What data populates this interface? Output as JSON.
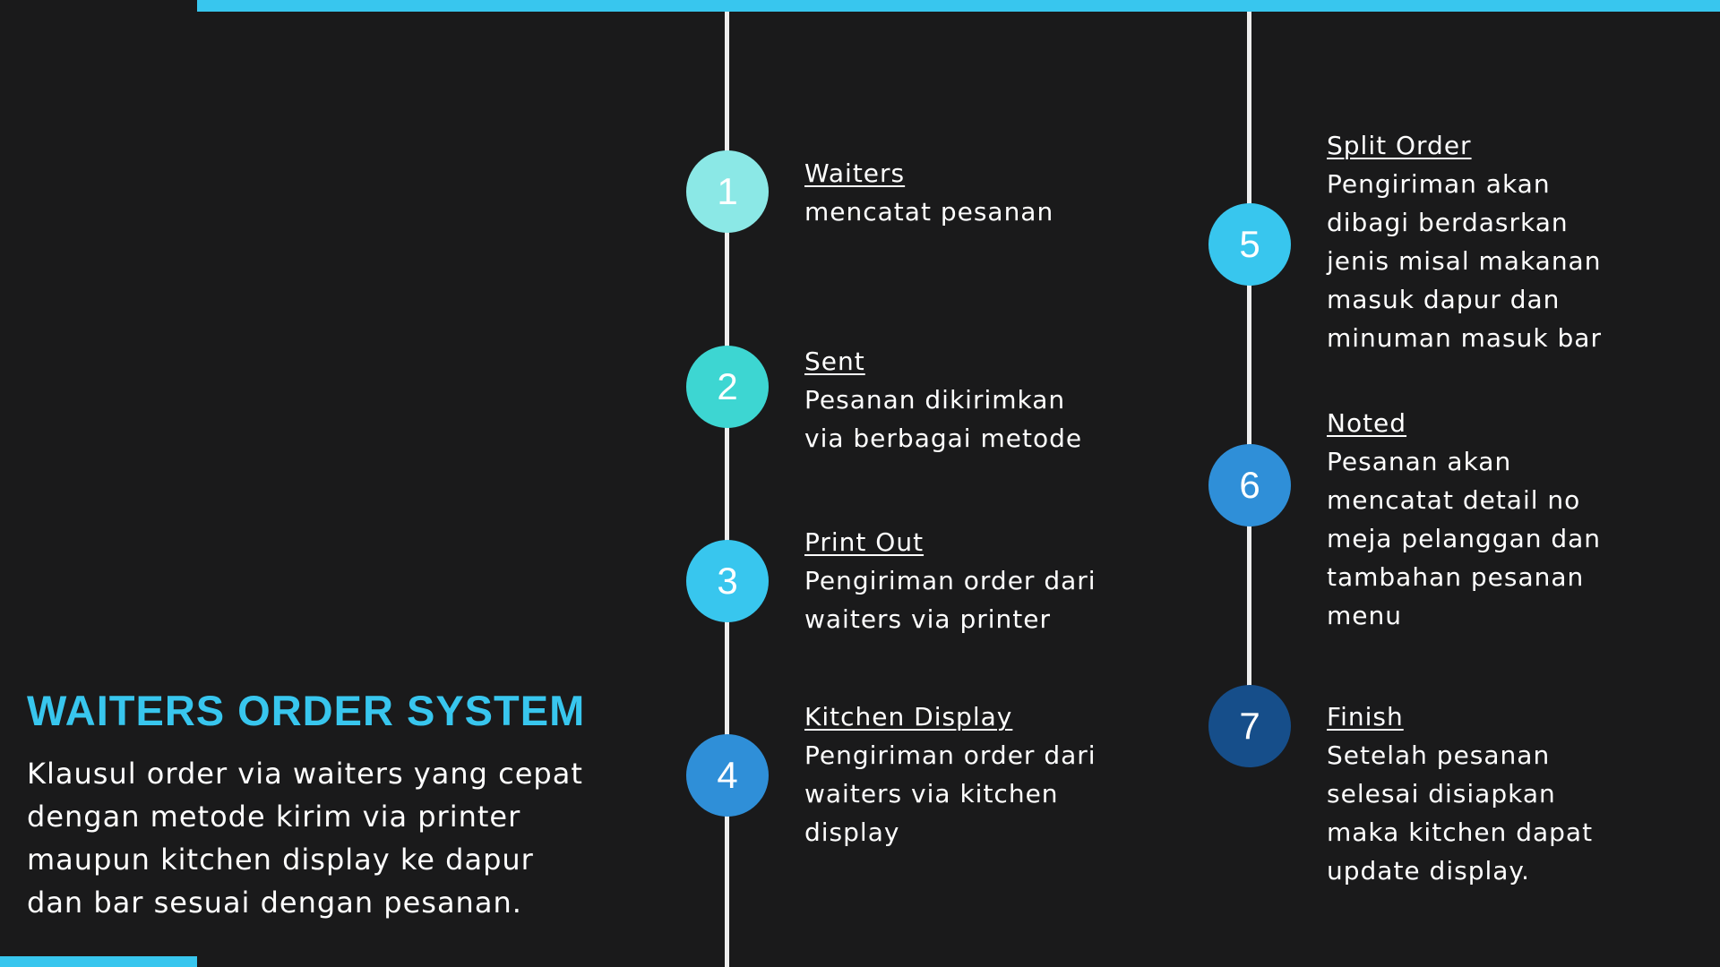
{
  "title": "WAITERS ORDER SYSTEM",
  "description": "Klausul order via waiters yang cepat\ndengan metode kirim via printer\nmaupun kitchen display ke dapur\ndan bar sesuai dengan pesanan.",
  "colors": {
    "background": "#1a1a1b",
    "accent": "#38c6ee",
    "line": "#eeeeee"
  },
  "steps": [
    {
      "number": "1",
      "title": "Waiters",
      "description": "mencatat pesanan",
      "color": "#8be8e6"
    },
    {
      "number": "2",
      "title": "Sent",
      "description": "Pesanan dikirimkan\nvia berbagai metode",
      "color": "#3dd6d2"
    },
    {
      "number": "3",
      "title": "Print Out",
      "description": "Pengiriman order dari\nwaiters via printer",
      "color": "#38c6ee"
    },
    {
      "number": "4",
      "title": "Kitchen Display",
      "description": "Pengiriman order dari\nwaiters via kitchen\ndisplay",
      "color": "#2f8fd8"
    },
    {
      "number": "5",
      "title": "Split Order",
      "description": "Pengiriman akan\ndibagi berdasrkan\njenis misal makanan\nmasuk dapur dan\nminuman masuk bar",
      "color": "#38c6ee"
    },
    {
      "number": "6",
      "title": "Noted",
      "description": "Pesanan akan\nmencatat detail no\nmeja pelanggan dan\ntambahan pesanan\nmenu",
      "color": "#2f8fd8"
    },
    {
      "number": "7",
      "title": "Finish",
      "description": "Setelah pesanan\nselesai disiapkan\nmaka kitchen dapat\nupdate display.",
      "color": "#164e8a"
    }
  ]
}
